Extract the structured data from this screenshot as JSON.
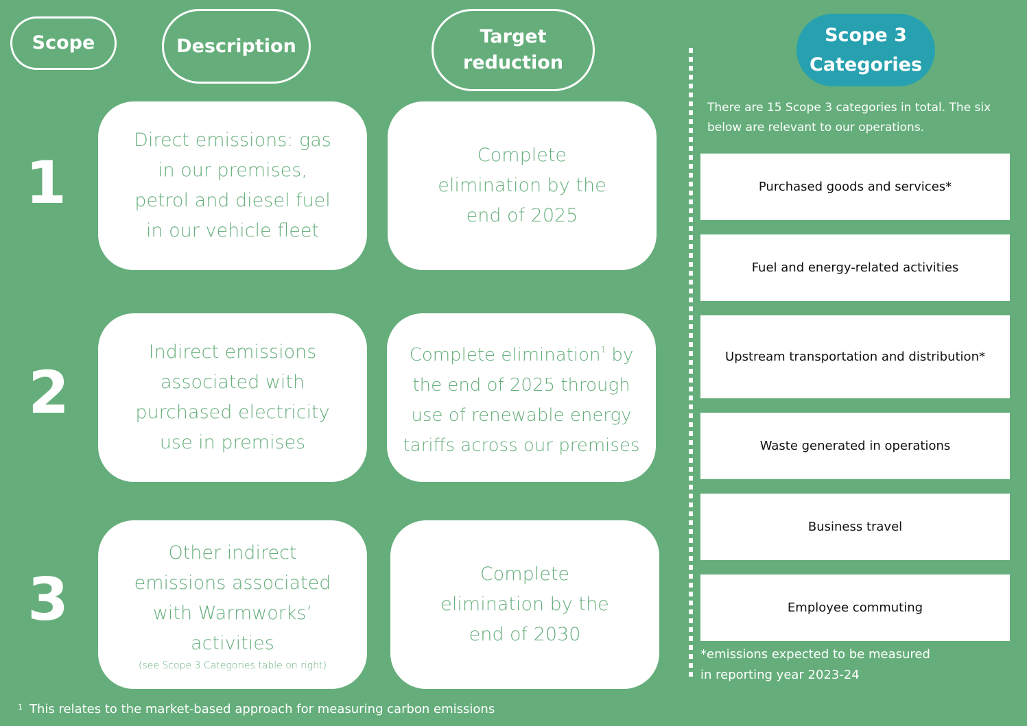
{
  "headers": {
    "scope": "Scope",
    "description": "Description",
    "target_line1": "Target",
    "target_line2": "reduction",
    "scope3_line1": "Scope 3",
    "scope3_line2": "Categories"
  },
  "rows": [
    {
      "number": "1",
      "description": [
        "Direct emissions: gas",
        "in our premises,",
        "petrol and diesel fuel",
        "in our vehicle fleet"
      ],
      "target": [
        "Complete",
        "elimination by the",
        "end of 2025"
      ]
    },
    {
      "number": "2",
      "description": [
        "Indirect emissions",
        "associated with",
        "purchased electricity",
        "use in premises"
      ],
      "target_line1_a": "Complete elimination",
      "target_footnote": "1",
      "target_line1_b": "by",
      "target": [
        "the end of 2025 through",
        "use of renewable energy",
        "tariffs across our premises"
      ]
    },
    {
      "number": "3",
      "description": [
        "Other indirect",
        "emissions associated",
        "with Warmworks’",
        "activities"
      ],
      "description_note": "(see Scope 3 Categories table on right)",
      "target": [
        "Complete",
        "elimination by the",
        "end of 2030"
      ]
    }
  ],
  "scope3": {
    "intro": "There are 15 Scope 3 categories in total. The six below are relevant to our operations.",
    "categories": [
      "Purchased goods and services*",
      "Fuel and energy-related activities",
      "Upstream transportation and distribution*",
      "Waste generated in operations",
      "Business travel",
      "Employee commuting"
    ],
    "footnote_line1": "*emissions expected to be measured",
    "footnote_line2": "in reporting year 2023-24"
  },
  "footnote": {
    "marker": "1",
    "text": "This relates to the market-based approach for measuring carbon emissions"
  },
  "colors": {
    "background": "#65ae7b",
    "card": "#ffffff",
    "card_text": "#65ae7b",
    "badge": "#27a1af"
  }
}
